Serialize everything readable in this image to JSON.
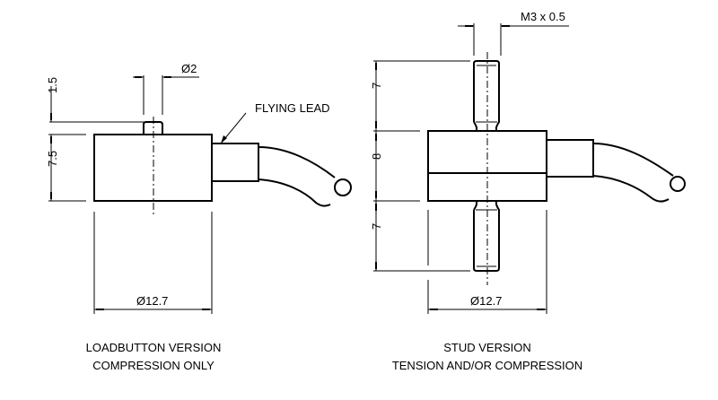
{
  "left_view": {
    "dims": {
      "pin_diameter": "Ø2",
      "pin_height": "1.5",
      "body_height": "7.5",
      "body_diameter": "Ø12.7"
    },
    "leader_label": "FLYING LEAD",
    "caption_line1": "LOADBUTTON VERSION",
    "caption_line2": "COMPRESSION ONLY"
  },
  "right_view": {
    "dims": {
      "thread": "M3 x 0.5",
      "top_stud_length": "7",
      "body_height": "8",
      "bottom_stud_length": "7",
      "body_diameter": "Ø12.7"
    },
    "caption_line1": "STUD VERSION",
    "caption_line2": "TENSION AND/OR COMPRESSION"
  }
}
